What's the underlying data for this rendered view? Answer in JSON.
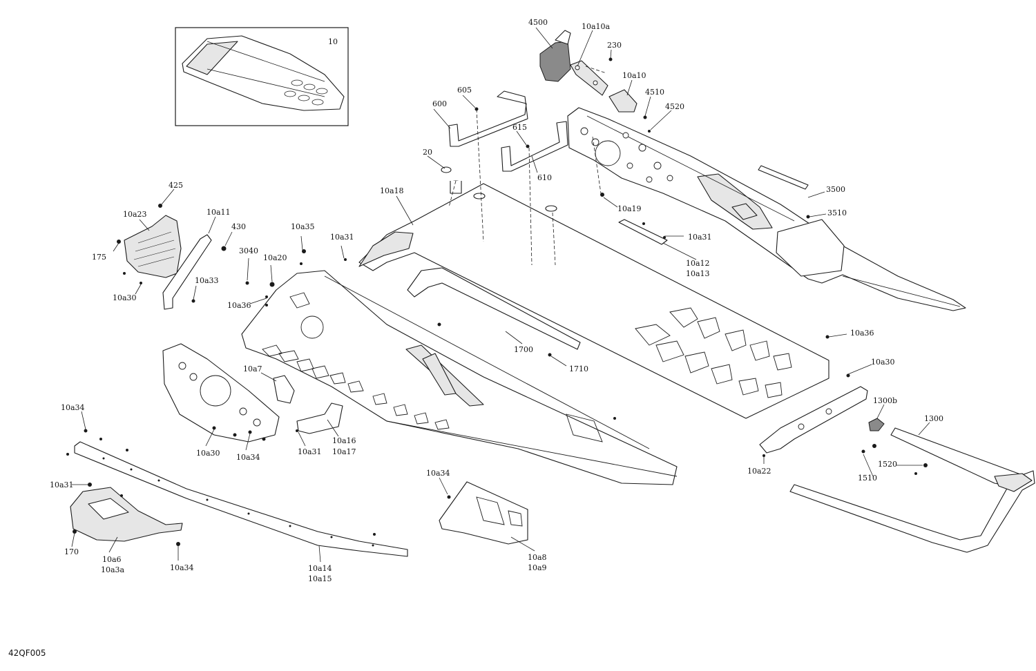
{
  "diagram_code": "42QF005",
  "inset_label": "10",
  "callouts": [
    {
      "id": "4500",
      "text": "4500"
    },
    {
      "id": "10a10a",
      "text": "10a10a"
    },
    {
      "id": "230",
      "text": "230"
    },
    {
      "id": "10a10",
      "text": "10a10"
    },
    {
      "id": "4510",
      "text": "4510"
    },
    {
      "id": "4520",
      "text": "4520"
    },
    {
      "id": "605",
      "text": "605"
    },
    {
      "id": "600",
      "text": "600"
    },
    {
      "id": "615",
      "text": "615"
    },
    {
      "id": "610",
      "text": "610"
    },
    {
      "id": "20",
      "text": "20"
    },
    {
      "id": "10a18",
      "text": "10a18"
    },
    {
      "id": "10a19",
      "text": "10a19"
    },
    {
      "id": "3500",
      "text": "3500"
    },
    {
      "id": "3510",
      "text": "3510"
    },
    {
      "id": "425",
      "text": "425"
    },
    {
      "id": "10a23",
      "text": "10a23"
    },
    {
      "id": "10a11",
      "text": "10a11"
    },
    {
      "id": "430",
      "text": "430"
    },
    {
      "id": "175",
      "text": "175"
    },
    {
      "id": "10a35",
      "text": "10a35"
    },
    {
      "id": "10a31-a",
      "text": "10a31"
    },
    {
      "id": "10a31-b",
      "text": "10a31"
    },
    {
      "id": "10a12",
      "text": "10a12"
    },
    {
      "id": "10a13",
      "text": "10a13"
    },
    {
      "id": "3040",
      "text": "3040"
    },
    {
      "id": "10a20",
      "text": "10a20"
    },
    {
      "id": "10a30-a",
      "text": "10a30"
    },
    {
      "id": "10a33",
      "text": "10a33"
    },
    {
      "id": "10a36-a",
      "text": "10a36"
    },
    {
      "id": "1700",
      "text": "1700"
    },
    {
      "id": "1710",
      "text": "1710"
    },
    {
      "id": "10a36-b",
      "text": "10a36"
    },
    {
      "id": "10a30-b",
      "text": "10a30"
    },
    {
      "id": "10a7",
      "text": "10a7"
    },
    {
      "id": "1300b",
      "text": "1300b"
    },
    {
      "id": "1300",
      "text": "1300"
    },
    {
      "id": "10a34-a",
      "text": "10a34"
    },
    {
      "id": "10a16",
      "text": "10a16"
    },
    {
      "id": "10a17",
      "text": "10a17"
    },
    {
      "id": "10a30-c",
      "text": "10a30"
    },
    {
      "id": "10a34-b",
      "text": "10a34"
    },
    {
      "id": "10a31-c",
      "text": "10a31"
    },
    {
      "id": "1520",
      "text": "1520"
    },
    {
      "id": "10a22",
      "text": "10a22"
    },
    {
      "id": "1510",
      "text": "1510"
    },
    {
      "id": "10a34-c",
      "text": "10a34"
    },
    {
      "id": "10a31-d",
      "text": "10a31"
    },
    {
      "id": "170",
      "text": "170"
    },
    {
      "id": "10a6",
      "text": "10a6"
    },
    {
      "id": "10a3a",
      "text": "10a3a"
    },
    {
      "id": "10a34-d",
      "text": "10a34"
    },
    {
      "id": "10a14",
      "text": "10a14"
    },
    {
      "id": "10a15",
      "text": "10a15"
    },
    {
      "id": "10a8",
      "text": "10a8"
    },
    {
      "id": "10a9",
      "text": "10a9"
    }
  ]
}
